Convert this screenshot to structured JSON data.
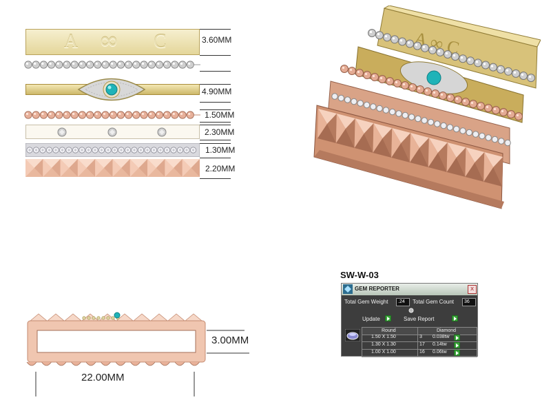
{
  "measurements": {
    "band1": "3.60MM",
    "band2": "4.90MM",
    "band3": "1.50MM",
    "band4": "2.30MM",
    "band5": "1.30MM",
    "band6": "2.20MM",
    "height": "3.00MM",
    "width": "22.00MM"
  },
  "engraving": {
    "letter_a": "A",
    "letter_c": "C",
    "infinity": "∞"
  },
  "model_code": "SW-W-03",
  "gem_reporter": {
    "title": "GEM REPORTER",
    "close_label": "x",
    "total_weight_label": "Total Gem Weight",
    "total_weight_value": ".24",
    "total_count_label": "Total Gem Count",
    "total_count_value": "36",
    "update_label": "Update",
    "save_report_label": "Save Report",
    "col_shape": "Round",
    "col_material": "Diamond",
    "rows": [
      {
        "size": "1.50 X 1.50",
        "count": "3",
        "weight": "0.038tw"
      },
      {
        "size": "1.30 X 1.30",
        "count": "17",
        "weight": "0.14tw"
      },
      {
        "size": "1.00 X 1.00",
        "count": "16",
        "weight": "0.06tw"
      }
    ]
  },
  "colors": {
    "yellow_gold": "#e6d9a0",
    "rose_gold": "#e9b9a2",
    "silver": "#c8c8c8",
    "panel_bg": "#3d3d3d",
    "accent_green": "#3aa43a"
  }
}
